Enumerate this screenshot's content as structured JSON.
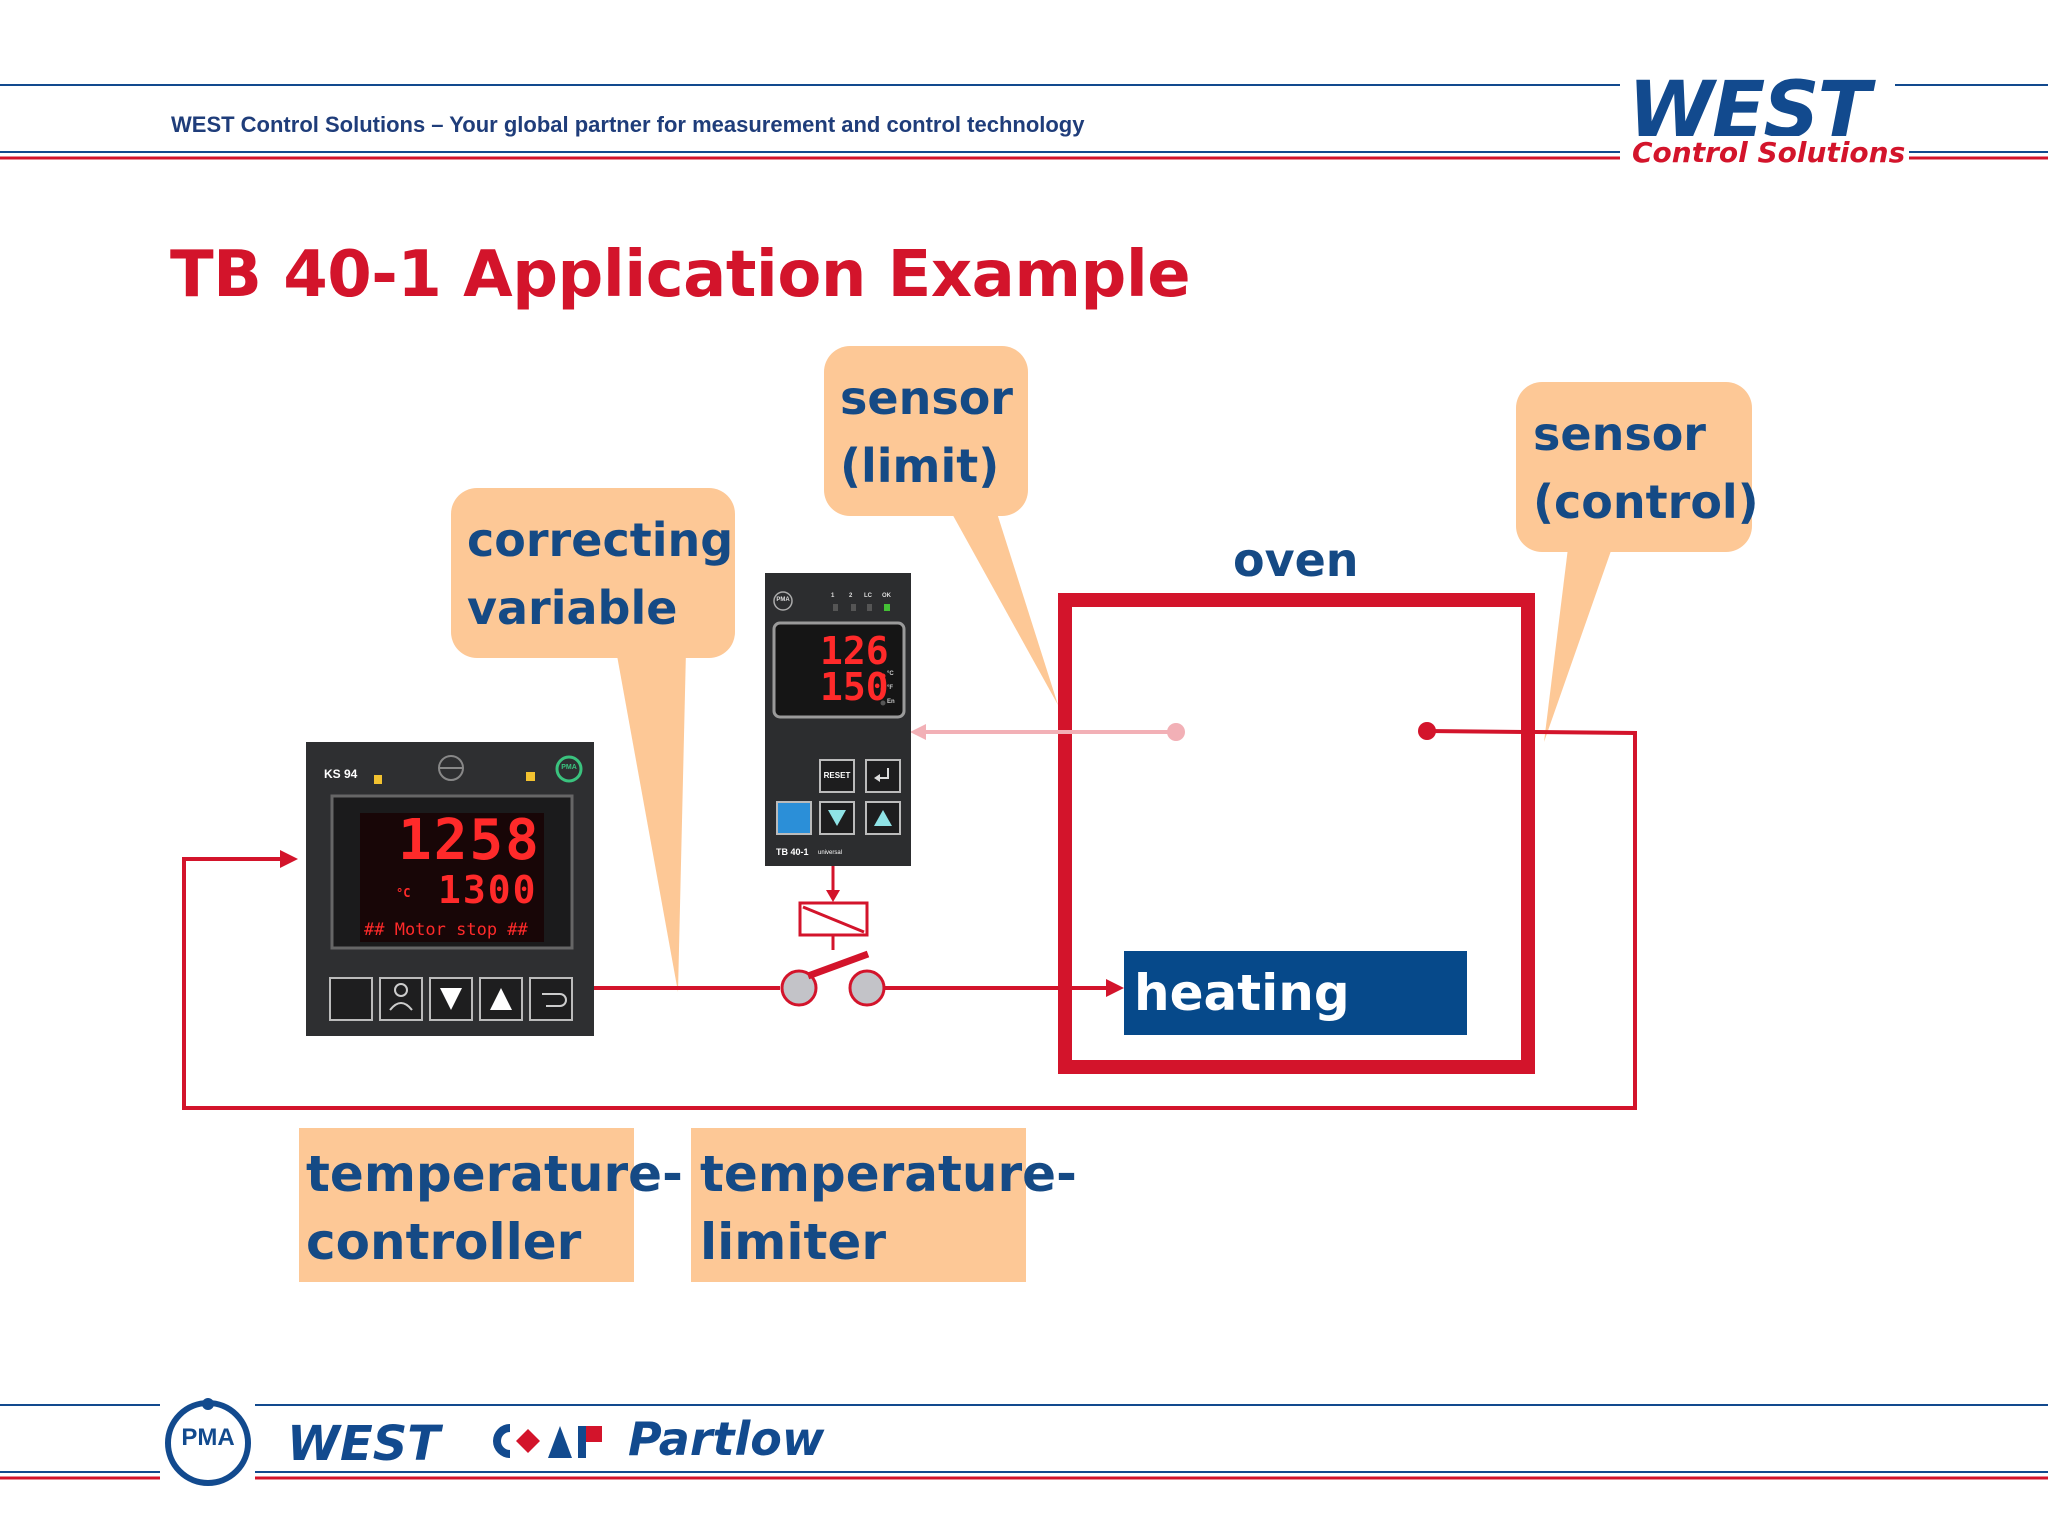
{
  "header": {
    "tagline": "WEST Control Solutions – Your global partner for measurement and control technology",
    "logo_main": "WEST",
    "logo_sub": "Control Solutions"
  },
  "slide": {
    "title": "TB 40-1 Application Example"
  },
  "diagram": {
    "oven_label": "oven",
    "heating_label": "heating",
    "callouts": {
      "sensor_limit": [
        "sensor",
        "(limit)"
      ],
      "sensor_control": [
        "sensor",
        "(control)"
      ],
      "correcting_variable": [
        "correcting",
        "variable"
      ]
    },
    "boxes": {
      "controller": [
        "temperature-",
        "controller"
      ],
      "limiter": [
        "temperature-",
        "limiter"
      ]
    },
    "controller_device": {
      "model": "KS 94",
      "pv": "1258",
      "sp": "1300",
      "unit": "°C",
      "message": "## Motor stop ##",
      "brand": "PMA"
    },
    "limiter_device": {
      "pv": "126",
      "sp": "150",
      "reset_label": "RESET",
      "model": "TB 40-1",
      "model_sub": "universal",
      "brand": "PMA",
      "leds": [
        "1",
        "2",
        "LC",
        "OK"
      ],
      "units": [
        "°C",
        "°F",
        "En"
      ]
    }
  },
  "footer": {
    "brands": [
      "PMA",
      "WEST",
      "Partlow"
    ]
  },
  "colors": {
    "brand_red": "#d3142b",
    "brand_blue": "#124a8e",
    "callout_fill": "#fdc896",
    "heating_fill": "#06498a"
  }
}
